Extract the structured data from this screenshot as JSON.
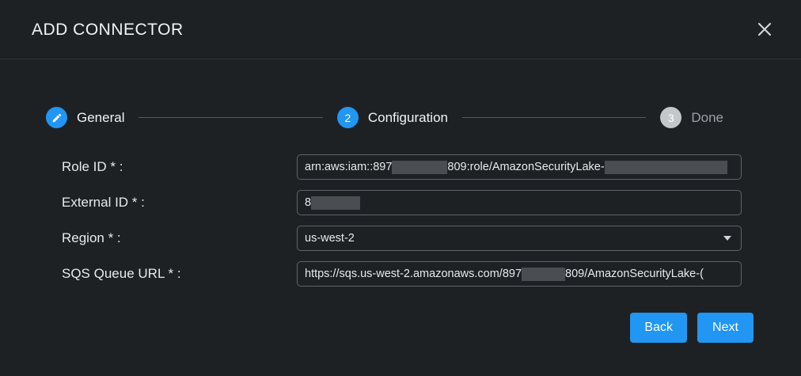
{
  "dialog": {
    "title": "ADD CONNECTOR",
    "close_icon": "close-icon"
  },
  "stepper": {
    "steps": [
      {
        "number": "1",
        "label": "General",
        "state": "done",
        "icon": "pencil-icon"
      },
      {
        "number": "2",
        "label": "Configuration",
        "state": "active",
        "icon": ""
      },
      {
        "number": "3",
        "label": "Done",
        "state": "inactive",
        "icon": ""
      }
    ]
  },
  "form": {
    "fields": [
      {
        "label": "Role ID * :",
        "type": "text",
        "value_prefix": "arn:aws:iam::897",
        "value_middle": "809:role/AmazonSecurityLake-",
        "value_suffix": "",
        "redacted": true
      },
      {
        "label": "External ID * :",
        "type": "text",
        "value_prefix": "8",
        "value_middle": "",
        "value_suffix": "",
        "redacted": true
      },
      {
        "label": "Region * :",
        "type": "select",
        "value": "us-west-2",
        "caret_icon": "chevron-down-icon"
      },
      {
        "label": "SQS Queue URL * :",
        "type": "text",
        "value_prefix": "https://sqs.us-west-2.amazonaws.com/897",
        "value_middle": "809/AmazonSecurityLake-(",
        "value_suffix": "",
        "redacted": true
      }
    ]
  },
  "actions": {
    "back_label": "Back",
    "next_label": "Next"
  },
  "colors": {
    "background": "#1e2124",
    "accent": "#2196f3",
    "inactive_step": "#c4c7c9",
    "border": "#5f6368",
    "redaction": "#4a4e52"
  }
}
